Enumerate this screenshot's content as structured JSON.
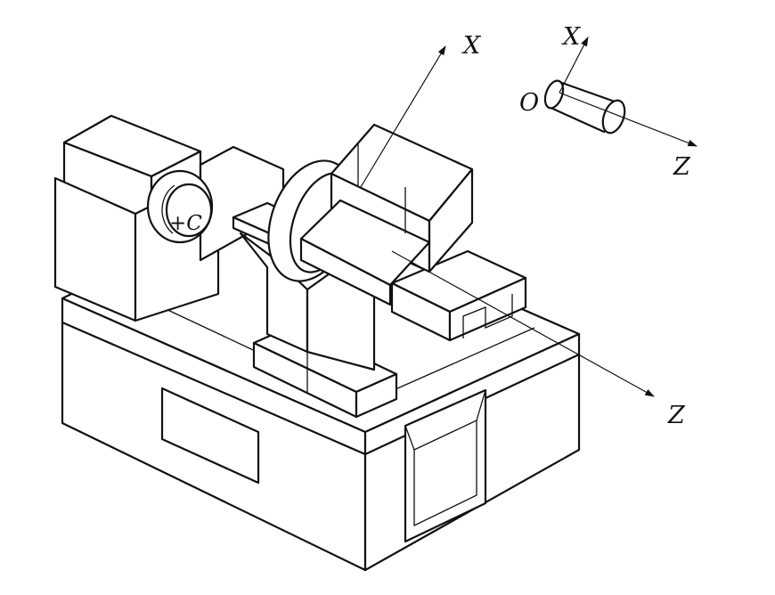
{
  "labels": {
    "machine_x_axis": "X",
    "machine_z_axis": "Z",
    "rotation_c": "+C",
    "tool_x_axis": "X",
    "tool_z_axis": "Z",
    "tool_origin": "O"
  }
}
